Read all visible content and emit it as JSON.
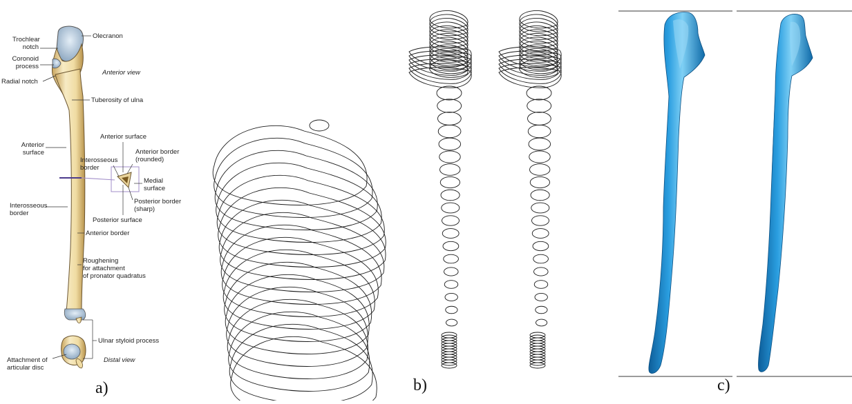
{
  "panel_a": {
    "labels": {
      "trochlear_notch": "Trochlear\nnotch",
      "olecranon": "Olecranon",
      "coronoid_process": "Coronoid\nprocess",
      "anterior_view": "Anterior view",
      "radial_notch": "Radial notch",
      "tuberosity_of_ulna": "Tuberosity of ulna",
      "anterior_surface_left": "Anterior\nsurface",
      "anterior_surface_top": "Anterior surface",
      "interosseous_border_inset": "Interosseous\nborder",
      "anterior_border_rounded": "Anterior border\n(rounded)",
      "medial_surface": "Medial\nsurface",
      "posterior_border_sharp": "Posterior border\n(sharp)",
      "interosseous_border_left": "Interosseous\nborder",
      "posterior_surface": "Posterior surface",
      "anterior_border": "Anterior border",
      "roughening": "Roughening\nfor attachment\nof pronator quadratus",
      "ulnar_styloid": "Ulnar styloid process",
      "distal_view": "Distal view",
      "articular_disc": "Attachment of\narticular disc"
    },
    "caption": "a)"
  },
  "panel_b": {
    "caption": "b)"
  },
  "panel_c": {
    "caption": "c)"
  },
  "colors": {
    "bone": "#f3e3b0",
    "bone_shade": "#d7bd7a",
    "cartilage": "#b9cde0",
    "contour": "#1a1a1a",
    "model_blue": "#1a82c8",
    "model_highlight": "#7fd0f5",
    "guide_line": "#7a7a7a",
    "section_line": "#4b3a8c",
    "inset_box": "#a08cc8"
  }
}
